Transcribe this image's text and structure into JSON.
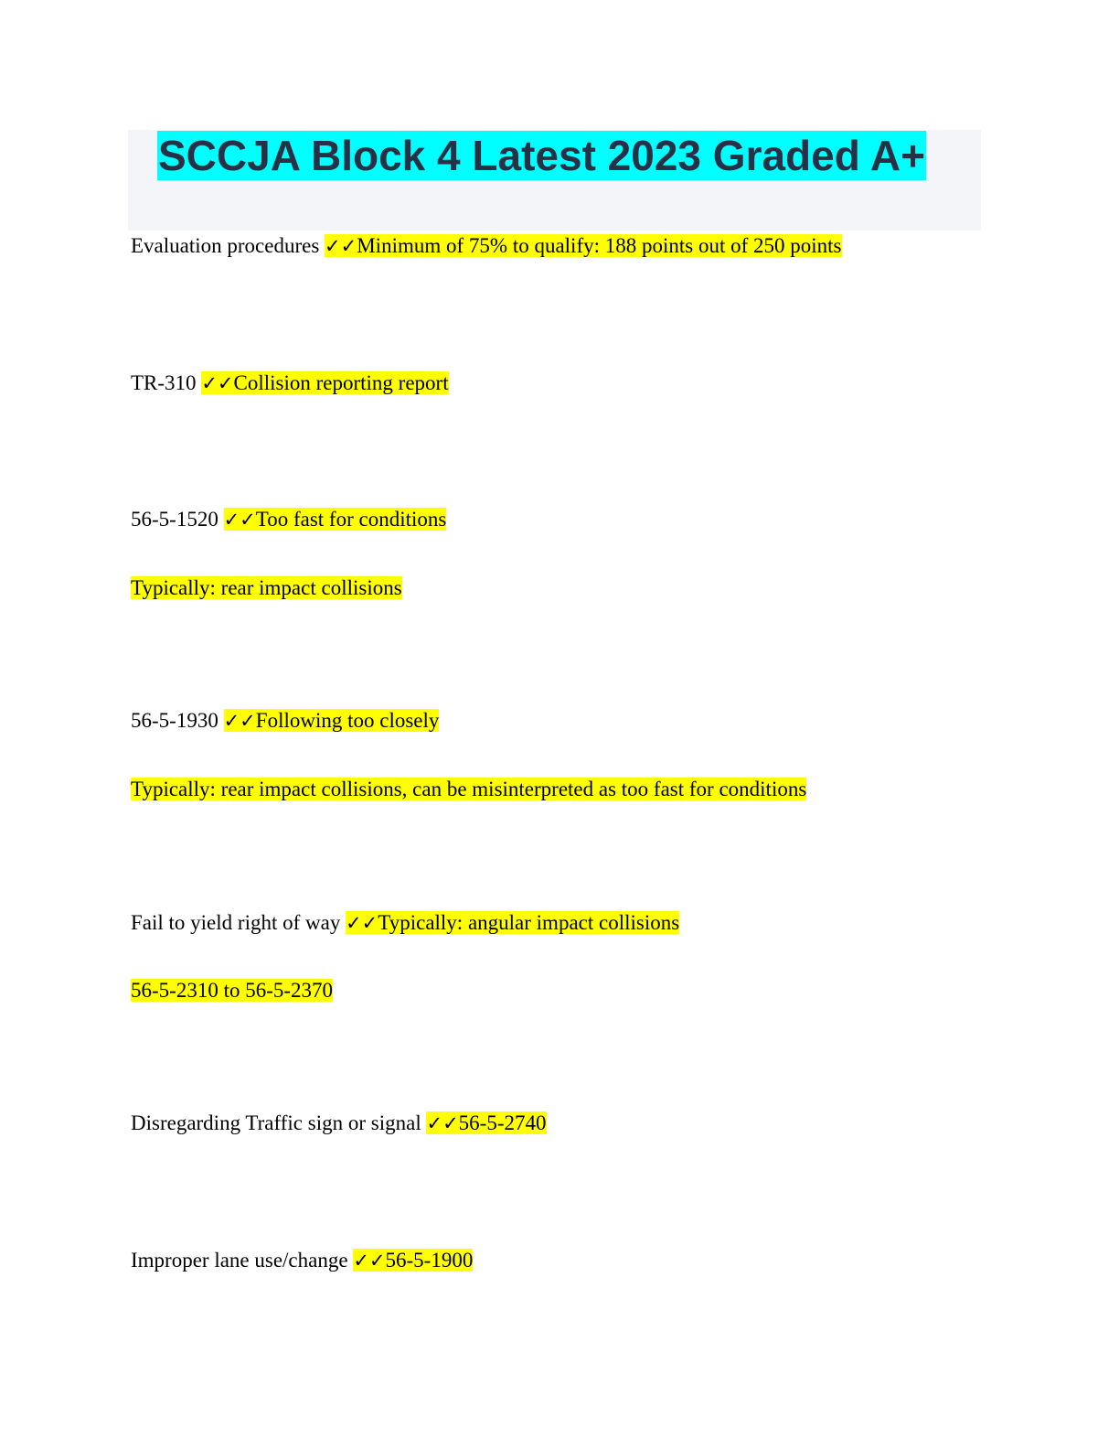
{
  "document": {
    "title": "SCCJA Block 4 Latest 2023 Graded A+",
    "check_mark": "✓✓",
    "entries": [
      {
        "term": "Evaluation procedures",
        "answer": "Minimum of 75% to qualify: 188 points out of 250 points"
      },
      {
        "term": "TR-310",
        "answer": "Collision reporting report"
      },
      {
        "term": "56-5-1520",
        "answer": "Too fast for conditions",
        "note": "Typically: rear impact collisions"
      },
      {
        "term": "56-5-1930",
        "answer": "Following too closely",
        "note": "Typically: rear impact collisions, can be misinterpreted as too fast for conditions"
      },
      {
        "term": "Fail to yield right of way",
        "answer": "Typically: angular impact collisions",
        "note": "56-5-2310 to 56-5-2370"
      },
      {
        "term": "Disregarding Traffic sign or signal",
        "answer": "56-5-2740"
      },
      {
        "term": "Improper lane use/change",
        "answer": "56-5-1900"
      }
    ]
  },
  "colors": {
    "title_text": "#283046",
    "title_highlight": "#00ffff",
    "title_band": "#f4f5f8",
    "answer_highlight": "#ffff00"
  }
}
